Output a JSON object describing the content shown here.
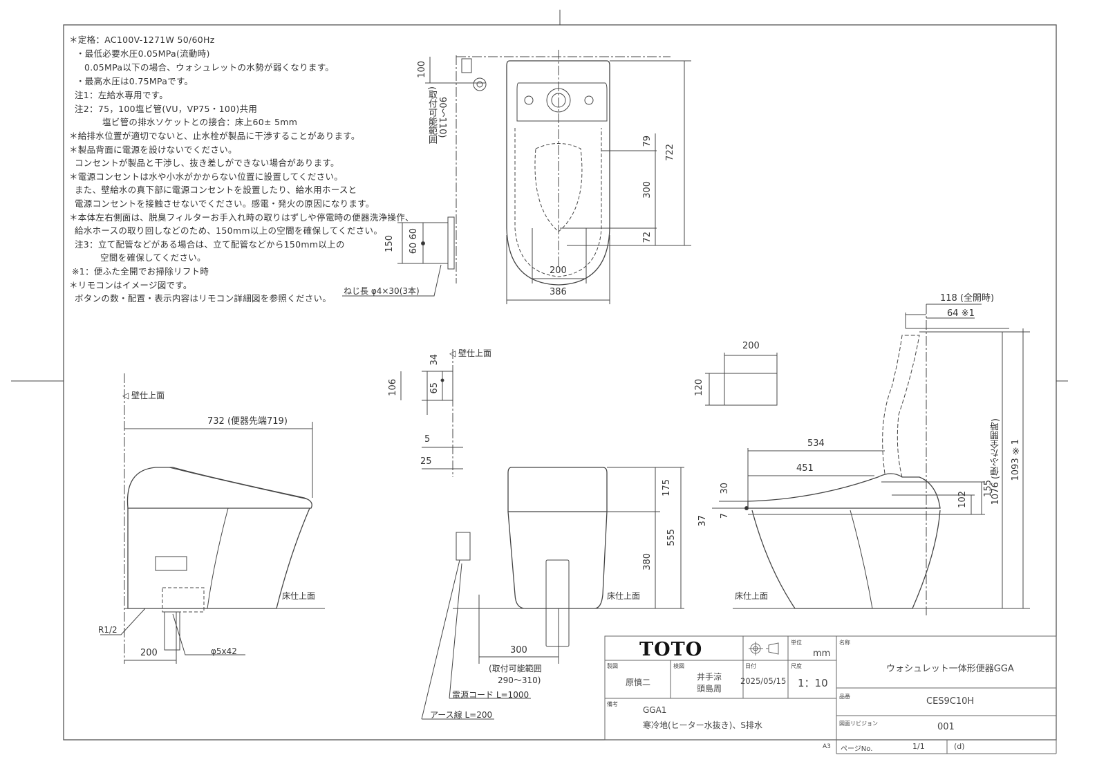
{
  "notes": [
    "＊定格：AC100V-1271W 50/60Hz",
    "・最低必要水圧0.05MPa(流動時)",
    "0.05MPa以下の場合、ウォシュレットの水勢が弱くなります。",
    "・最高水圧は0.75MPaです。",
    "注1：左給水専用です。",
    "注2：75，100塩ビ管(VU，VP75・100)共用",
    "塩ビ管の排水ソケットとの接合：床上60± 5mm",
    "＊給排水位置が適切でないと、止水栓が製品に干渉することがあります。",
    "＊製品背面に電源を設けないでください。",
    "コンセントが製品と干渉し、抜き差しができない場合があります。",
    "＊電源コンセントは水や小水がかからない位置に設置してください。",
    "また、壁給水の真下部に電源コンセントを設置したり、給水用ホースと",
    "電源コンセントを接触させないでください。感電・発火の原因になります。",
    "＊本体左右側面は、脱臭フィルターお手入れ時の取りはずしや停電時の便器洗浄操作、",
    "給水ホースの取り回しなどのため、150mm以上の空間を確保してください。",
    "注3：立て配管などがある場合は、立て配管などから150mm以上の",
    "空間を確保してください。",
    "※1：便ふた全開でお掃除リフト時",
    "＊リモコンはイメージ図です。",
    "ボタンの数・配置・表示内容はリモコン詳細図を参照ください。"
  ],
  "top_view": {
    "d100": "100",
    "range": "(取付可能範囲",
    "range2": "90～110)",
    "d79": "79",
    "d722": "722",
    "d300": "300",
    "d72": "72",
    "d200": "200",
    "d386": "386",
    "d150": "150",
    "d6060": "60 60",
    "screw": "ねじ長 φ4×30(3本)"
  },
  "remote_side": {
    "wall": "◁ 壁仕上面",
    "d34": "34",
    "d106": "106",
    "d65": "65",
    "d5": "5",
    "d25": "25"
  },
  "front_view": {
    "d175": "175",
    "d555": "555",
    "d380": "380",
    "floor": "床仕上面",
    "d300": "300",
    "range": "(取付可能範囲",
    "range2": "290～310)",
    "cord": "電源コード L=1000",
    "earth": "アース線 L=200"
  },
  "left_side": {
    "wall": "◁ 壁仕上面",
    "d732": "732 (便器先端719)",
    "floor": "床仕上面",
    "r12": "R1/2",
    "d200": "200",
    "phi": "φ5x42"
  },
  "right_side": {
    "d118": "118 (全開時)",
    "d64": "64 ※1",
    "remote_w": "200",
    "remote_h": "120",
    "d534": "534",
    "d451": "451",
    "d30": "30",
    "d37": "37",
    "d7": "7",
    "d102": "102",
    "d155": "155",
    "d1076": "1076 (便ふた全開時)",
    "d1093": "1093 ※1",
    "floor": "床仕上面"
  },
  "title_block": {
    "logo": "TOTO",
    "unit_label": "単位",
    "unit": "mm",
    "drawn_label": "製図",
    "drawn": "原憤二",
    "checked_label": "検図",
    "checked1": "井手涼",
    "checked2": "頭島周",
    "date_label": "日付",
    "date": "2025/05/15",
    "scale_label": "尺度",
    "scale": "1：10",
    "remarks_label": "備考",
    "remarks1": "GGA1",
    "remarks2": "寒冷地(ヒーター水抜き)、S排水",
    "name_label": "名称",
    "name": "ウォシュレット一体形便器GGA",
    "part_label": "品番",
    "part": "CES9C10H",
    "rev_label": "図面リビジョン",
    "rev": "001",
    "paper": "A3",
    "page_label": "ページNo.",
    "page": "1/1",
    "page_suffix": "(d)"
  }
}
